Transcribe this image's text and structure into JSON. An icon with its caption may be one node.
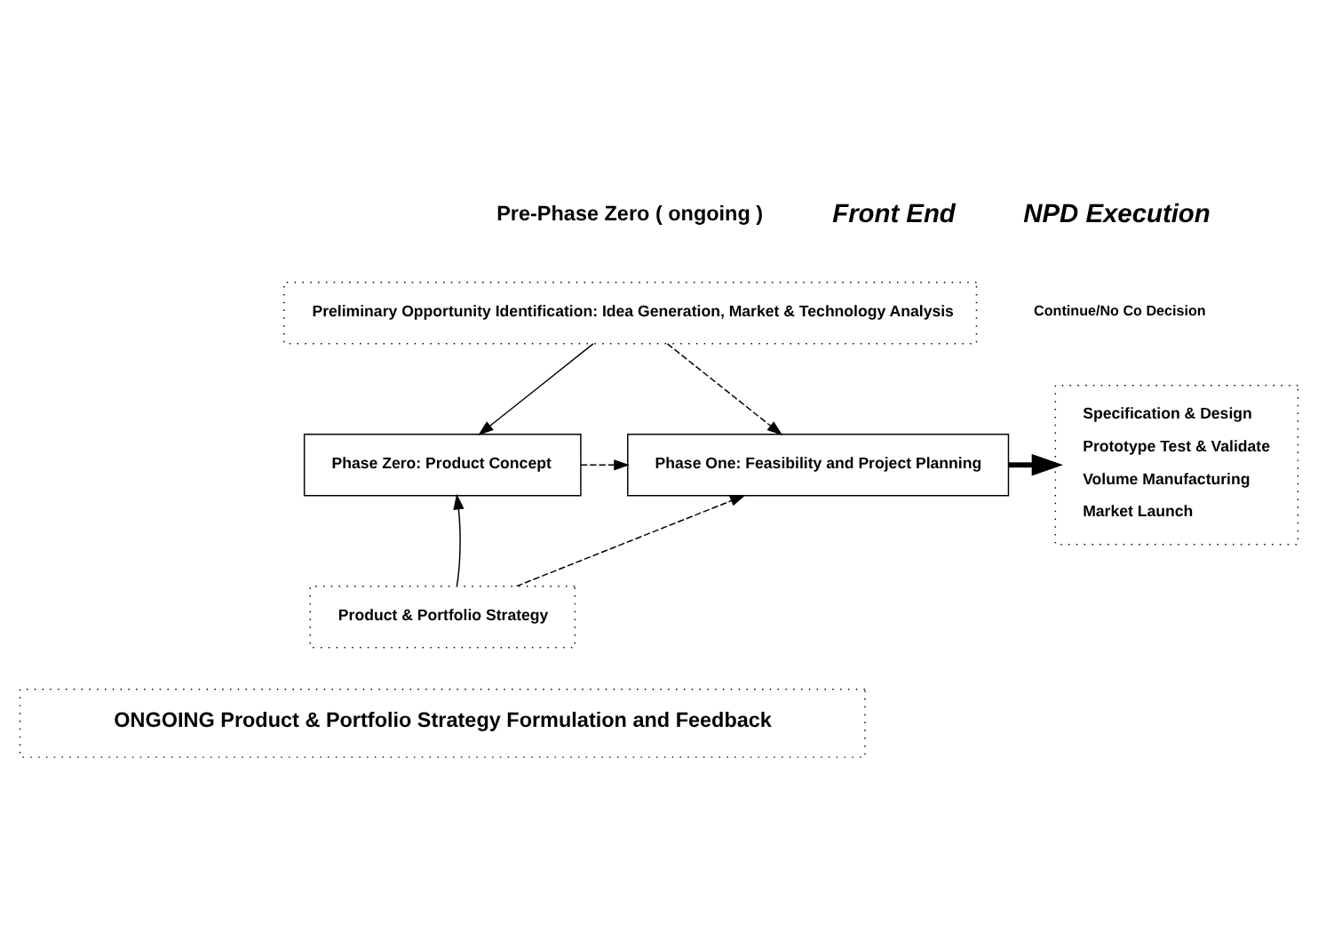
{
  "diagram": {
    "nodes": [
      {
        "text": [
          "Preliminary Opportunity Identification: Idea Generation, Market & Technology Analysis"
        ]
      },
      {
        "text": [
          "Product & Portfolio Strategy"
        ]
      },
      {
        "text": [
          "Phase Zero: Product Concept"
        ]
      },
      {
        "text": [
          "Phase One: Feasibility and Project Planning"
        ]
      },
      {
        "text": [
          "Specification & Design",
          "Prototype Test & Validate",
          "Volume Manufacturing",
          "Market Launch"
        ]
      },
      {
        "text": [
          "ONGOING Product & Portfolio Strategy Formulation and Feedback"
        ]
      }
    ],
    "edges": [
      {
        "from": 0,
        "to": 2,
        "arrow": "to"
      },
      {
        "from": 0,
        "to": 3,
        "arrow": "to",
        "style": "dashed"
      },
      {
        "from": 1,
        "to": 2,
        "arrow": "to"
      },
      {
        "from": 1,
        "to": 3,
        "arrow": "to",
        "style": "dashed"
      },
      {
        "from": 2,
        "to": 3,
        "arrow": "to",
        "style": "dashed"
      },
      {
        "from": 3,
        "to": 4,
        "arrow": "to",
        "style": "thick"
      }
    ],
    "labels": [
      "Pre-Phase Zero ( ongoing )",
      "Front End",
      "NPD Execution",
      "Continue/No Co Decision"
    ]
  }
}
